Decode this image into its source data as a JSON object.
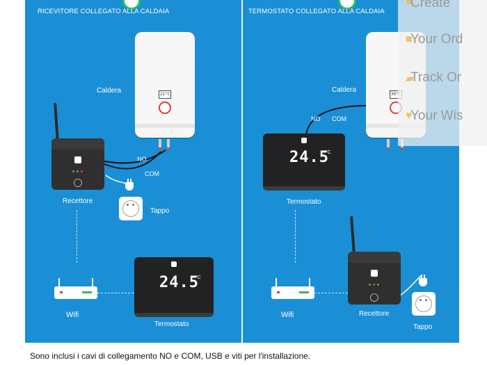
{
  "left_panel": {
    "heading": "RICEVITORE COLLEGATO ALLA CALDAIA",
    "boiler_label": "Caldera",
    "boiler_screen": "21°C",
    "no_label": "NO",
    "com_label": "COM",
    "receiver_label": "Recettore",
    "plug_label": "Tappo",
    "wifi_label": "Wifi",
    "thermostat_label": "Termostato",
    "thermostat_display": "24.5",
    "thermostat_unit": "°C"
  },
  "right_panel": {
    "heading": "TERMOSTATO COLLEGATO ALLA CALDAIA",
    "boiler_label": "Caldera",
    "boiler_screen": "30°C",
    "no_label": "NO",
    "com_label": "COM",
    "thermostat_label": "Termostato",
    "thermostat_display": "24.5",
    "thermostat_unit": "°C",
    "wifi_label": "Wifi",
    "receiver_label": "Recettore",
    "plug_label": "Tappo"
  },
  "footer_note": "Sono inclusi i cavi di collegamento NO e COM, USB e viti per l'installazione.",
  "overlay_menu": {
    "items": [
      {
        "label": "Create",
        "icon": "user-plus-icon"
      },
      {
        "label": "Your Ord",
        "icon": "box-icon"
      },
      {
        "label": "Track Or",
        "icon": "truck-icon"
      },
      {
        "label": "Your Wis",
        "icon": "heart-icon"
      }
    ]
  },
  "colors": {
    "panel": "#1a8fd6",
    "check": "#28c060",
    "accent_red": "#e53935"
  }
}
